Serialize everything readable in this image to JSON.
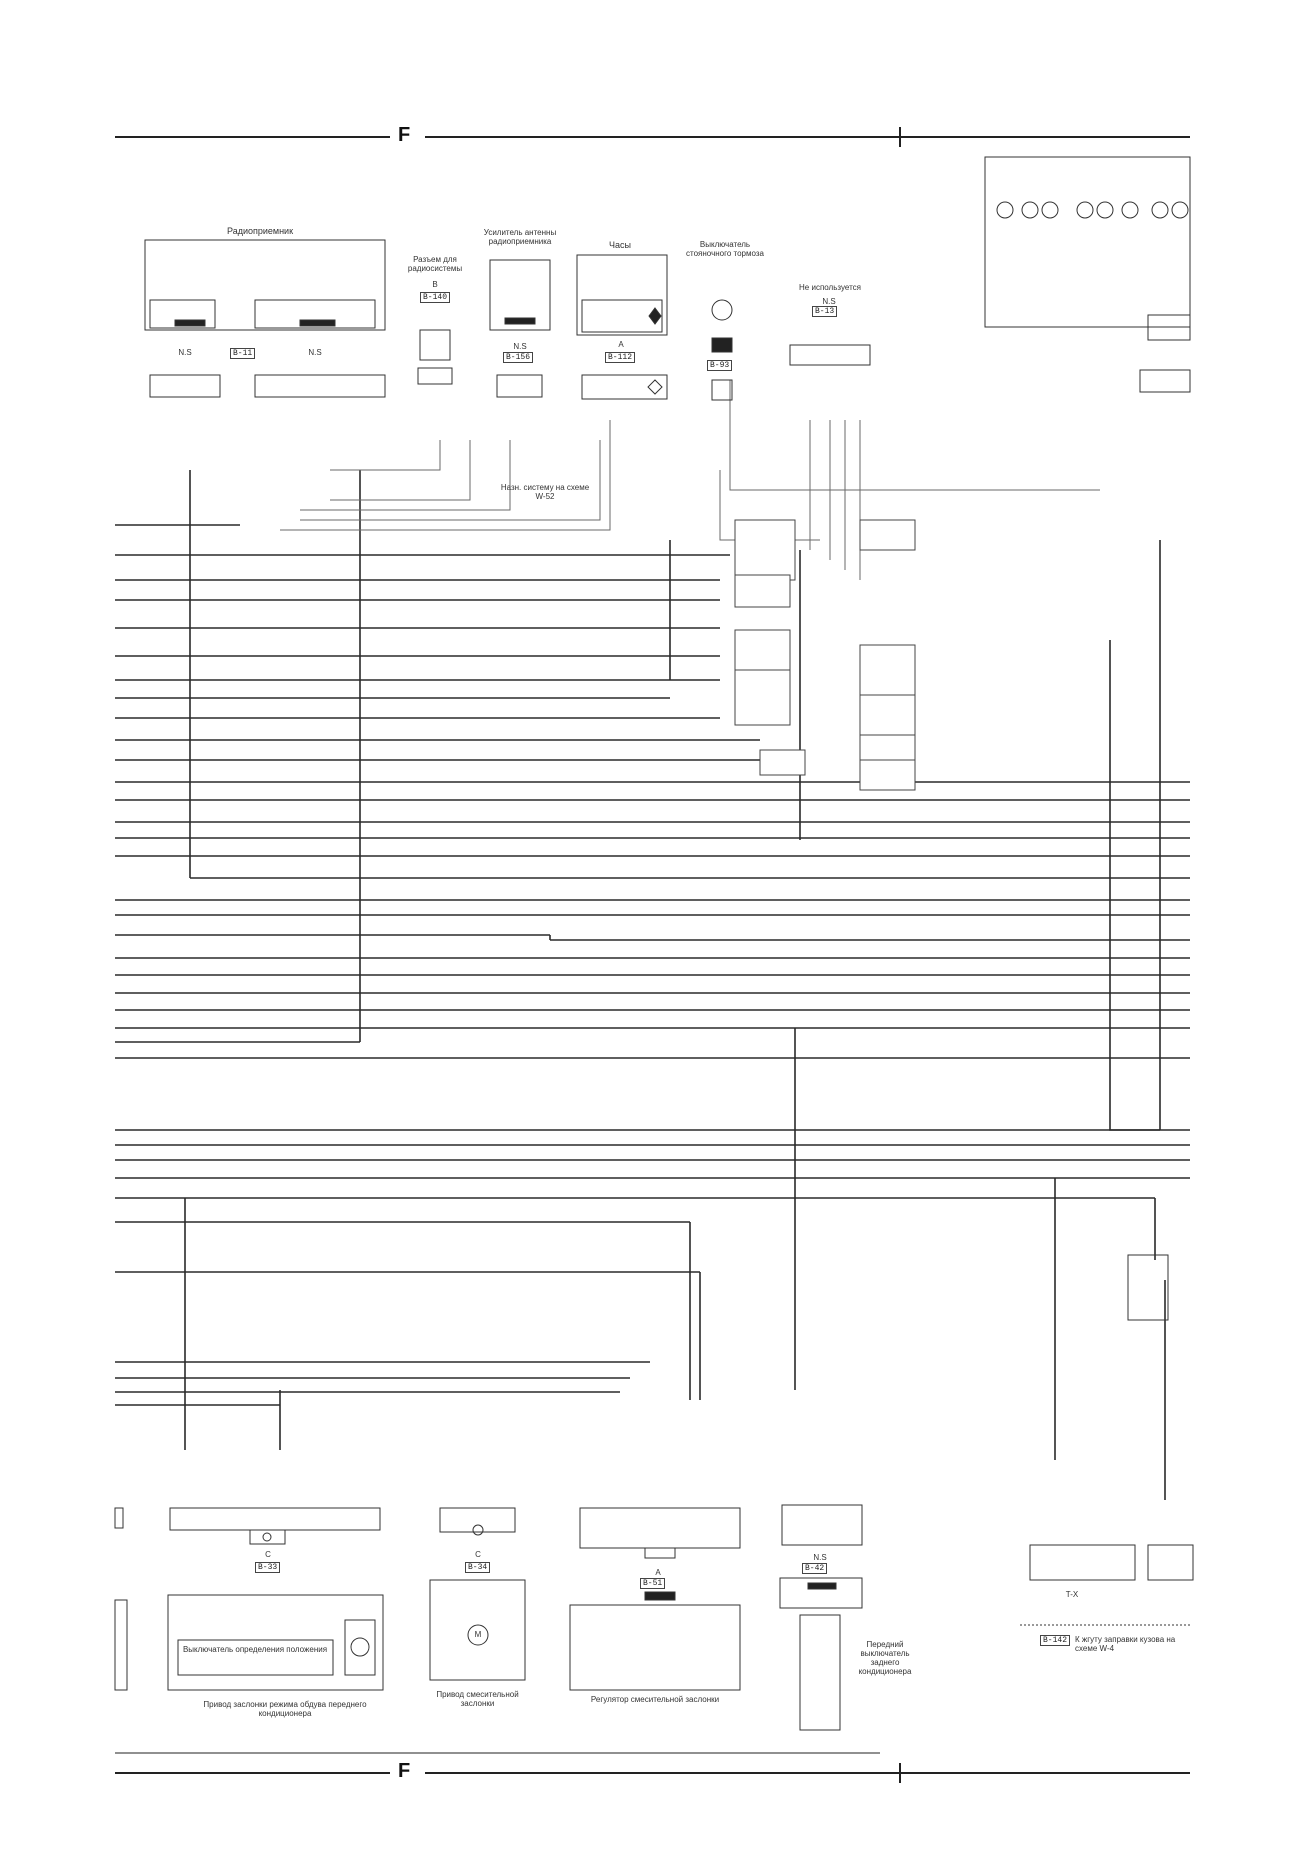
{
  "sheet": {
    "letter_top": "F",
    "letter_bottom": "F"
  },
  "components": {
    "radio": {
      "title": "Радиоприемник",
      "conn_tag": "B-11",
      "nos": [
        "N.S",
        "N.S"
      ]
    },
    "radio_connector": {
      "title": "Разъем для радиосистемы",
      "sub": "B",
      "tag": "B-140"
    },
    "antenna_amp": {
      "title": "Усилитель антенны радиоприемника",
      "sub": "N.S",
      "tag": "B-156"
    },
    "clock": {
      "title": "Часы",
      "sub": "A",
      "tag": "B-112"
    },
    "brake_switch": {
      "title": "Выключатель стояночного тормоза",
      "tag": "B-93"
    },
    "not_used": {
      "title": "Не используется",
      "sub": "N.S",
      "tag": "B-13"
    },
    "see_note": {
      "title": "Назн. систему на схеме W-52"
    },
    "mode_actuator": {
      "title": "Привод заслонки режима обдува переднего кондиционера",
      "inner": "Выключатель определения положения",
      "sub": "C",
      "tag": "B-33"
    },
    "mix_actuator": {
      "title": "Привод смесительной заслонки",
      "sub": "C",
      "tag": "B-34",
      "motor": "M"
    },
    "mix_regulator": {
      "title": "Регулятор смесительной заслонки",
      "sub": "A",
      "tag": "B-51"
    },
    "rear_ac_switch": {
      "title": "Передний выключатель заднего кондиционера",
      "sub": "N.S",
      "tag": "B-42"
    },
    "bottom_right_block": {
      "sub": "T-X"
    },
    "note_w4": {
      "tag": "B-142",
      "text": "К жгуту заправки кузова на схеме W-4"
    }
  },
  "colors": {
    "wire": "#2a2a2a",
    "wire_light": "#6a6a6a",
    "paper": "#ffffff"
  }
}
